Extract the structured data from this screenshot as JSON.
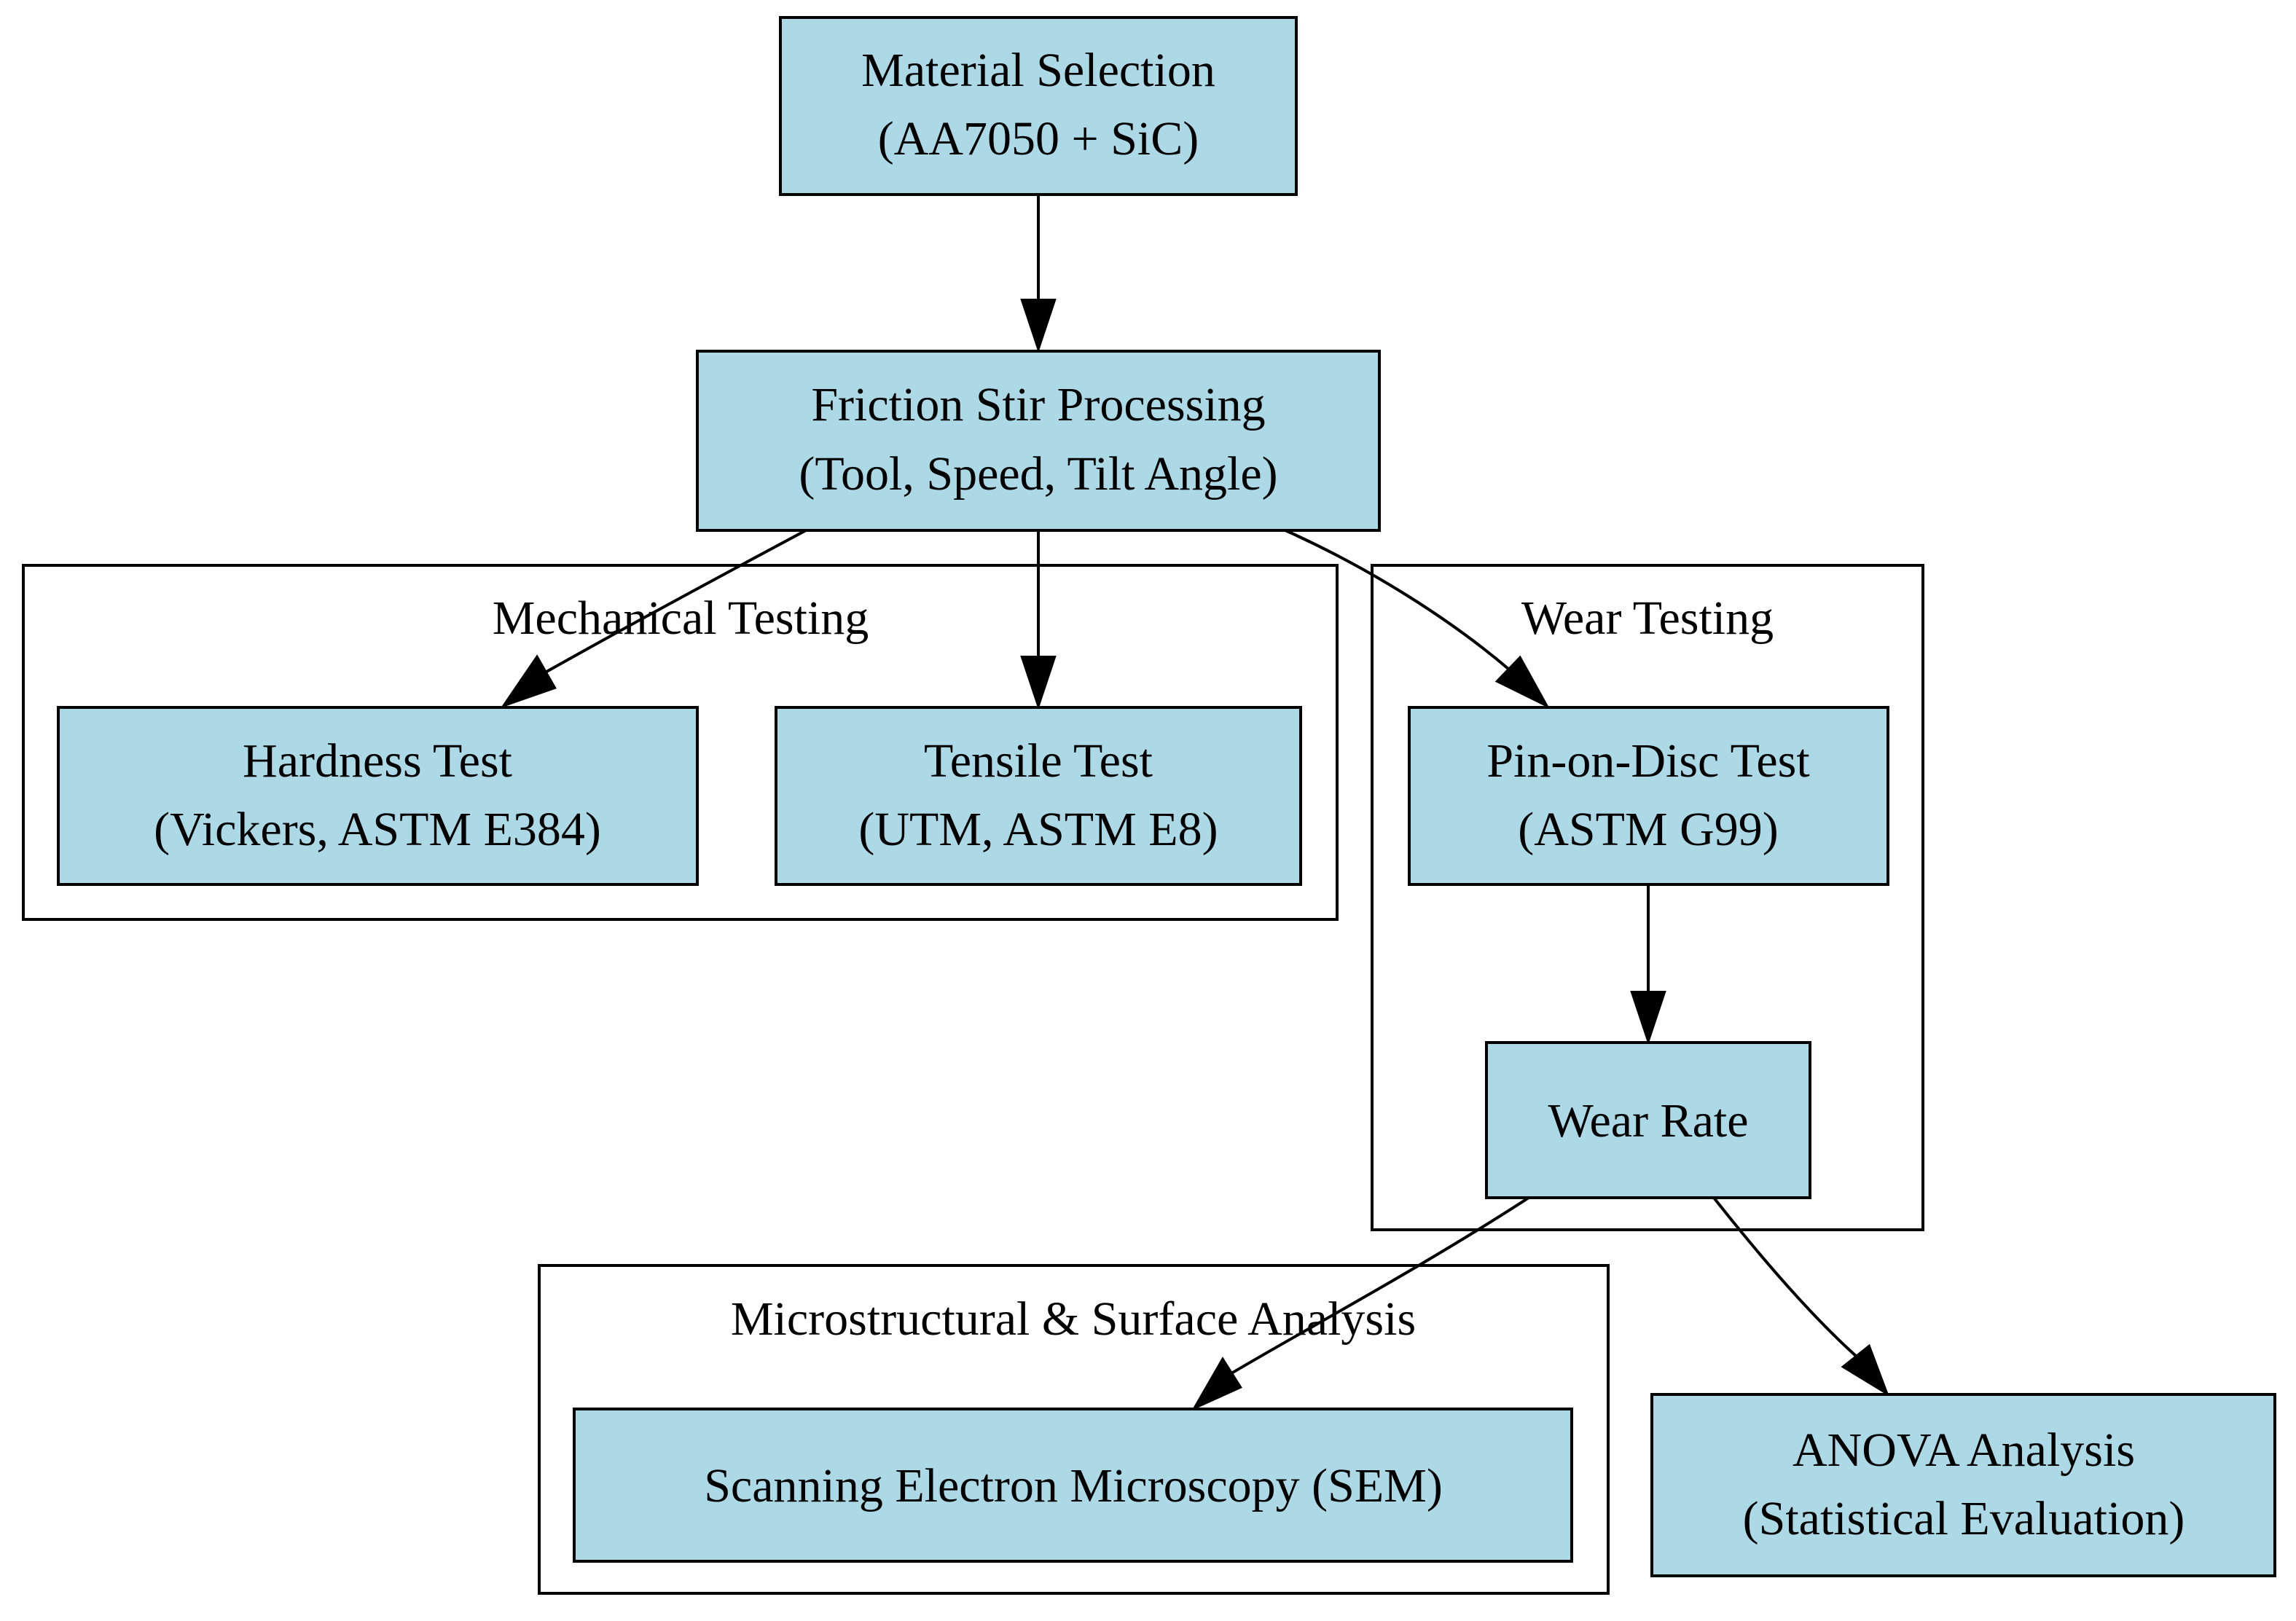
{
  "diagram": {
    "type": "flowchart",
    "node_fill": "#add8e6",
    "stroke_color": "#000000",
    "nodes": {
      "material": {
        "lines": [
          "Material Selection",
          "(AA7050 + SiC)"
        ]
      },
      "fsp": {
        "lines": [
          "Friction Stir Processing",
          "(Tool, Speed, Tilt Angle)"
        ]
      },
      "hardness": {
        "lines": [
          "Hardness Test",
          "(Vickers, ASTM E384)"
        ]
      },
      "tensile": {
        "lines": [
          "Tensile Test",
          "(UTM, ASTM E8)"
        ]
      },
      "pin_on_disc": {
        "lines": [
          "Pin-on-Disc Test",
          "(ASTM G99)"
        ]
      },
      "wear_rate": {
        "lines": [
          "Wear Rate"
        ]
      },
      "sem": {
        "lines": [
          "Scanning Electron Microscopy (SEM)"
        ]
      },
      "anova": {
        "lines": [
          "ANOVA Analysis",
          "(Statistical Evaluation)"
        ]
      }
    },
    "clusters": {
      "mechanical": {
        "label": "Mechanical Testing",
        "members": [
          "hardness",
          "tensile"
        ]
      },
      "wear": {
        "label": "Wear Testing",
        "members": [
          "pin_on_disc",
          "wear_rate"
        ]
      },
      "micro": {
        "label": "Microstructural & Surface Analysis",
        "members": [
          "sem"
        ]
      }
    },
    "edges": [
      {
        "from": "material",
        "to": "fsp"
      },
      {
        "from": "fsp",
        "to": "hardness"
      },
      {
        "from": "fsp",
        "to": "tensile"
      },
      {
        "from": "fsp",
        "to": "pin_on_disc"
      },
      {
        "from": "pin_on_disc",
        "to": "wear_rate"
      },
      {
        "from": "wear_rate",
        "to": "sem"
      },
      {
        "from": "wear_rate",
        "to": "anova"
      }
    ]
  }
}
